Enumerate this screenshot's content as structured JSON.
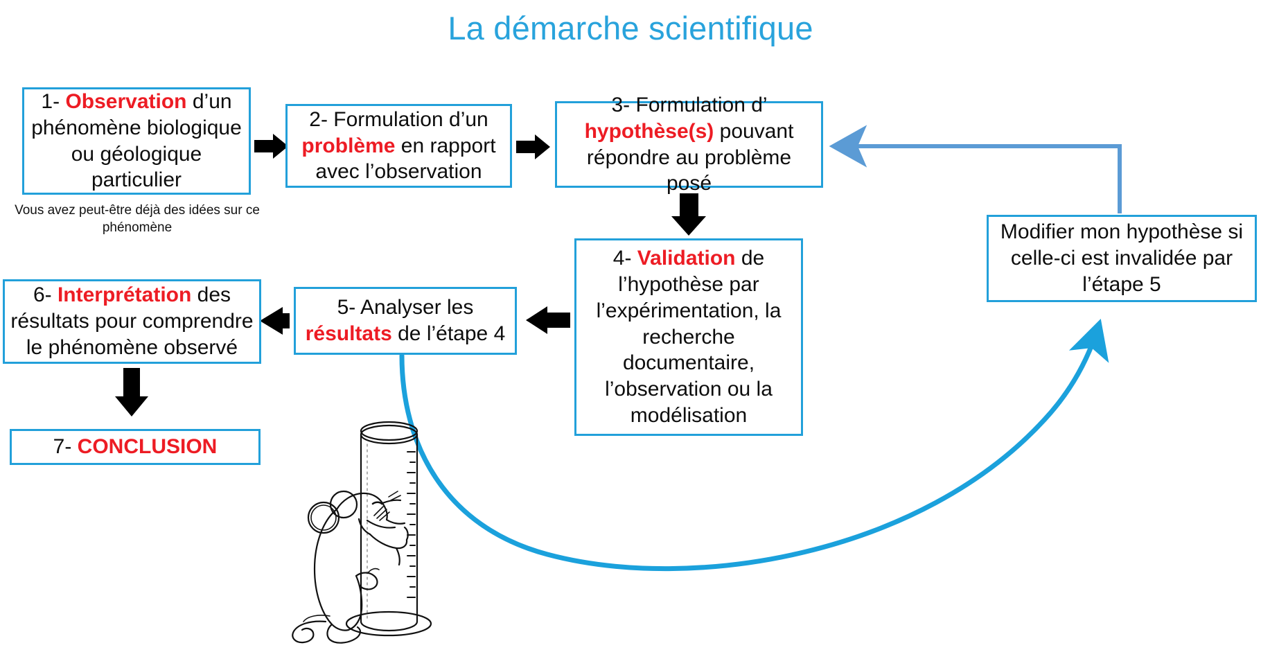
{
  "title": "La démarche scientifique",
  "colors": {
    "title_blue": "#29A3DC",
    "box_border_blue": "#22A0DA",
    "highlight_red": "#ED1C24",
    "black_arrow": "#000000",
    "muted_blue_arrow": "#5B9BD5",
    "cyan_curve_arrow": "#1BA1DC",
    "text_black": "#0D0D0D",
    "background": "#FFFFFF"
  },
  "steps": [
    {
      "id": "step-1",
      "number": "1-",
      "keyword": "Observation",
      "rest": " d’un phénomène biologique ou géologique particulier",
      "note": "Vous avez peut-être déjà des idées sur ce phénomène"
    },
    {
      "id": "step-2",
      "number": "2- Formulation d’un ",
      "keyword": "problème",
      "rest": " en rapport avec l’observation"
    },
    {
      "id": "step-3",
      "number": "3- Formulation d’",
      "keyword": "hypothèse(s)",
      "rest": " pouvant répondre au problème posé"
    },
    {
      "id": "step-4",
      "number": "4- ",
      "keyword": "Validation",
      "rest": " de l’hypothèse par l’expérimentation, la recherche documentaire, l’observation ou la modélisation"
    },
    {
      "id": "step-5",
      "number": "5- Analyser les ",
      "keyword": "résultats",
      "rest": " de l’étape 4"
    },
    {
      "id": "step-6",
      "number": "6- ",
      "keyword": "Interprétation",
      "rest": " des résultats pour comprendre le phénomène observé"
    },
    {
      "id": "step-7",
      "number": "7- ",
      "keyword": "CONCLUSION",
      "rest": ""
    }
  ],
  "feedback_box": {
    "text": "Modifier mon hypothèse si celle-ci est invalidée par l’étape 5"
  },
  "illustration": {
    "name": "mouse-with-graduated-cylinder",
    "description": "Line drawing of a mouse holding a graduated cylinder"
  },
  "connectors": [
    {
      "name": "arrow-1-to-2",
      "style": "black-block-arrow",
      "direction": "right"
    },
    {
      "name": "arrow-2-to-3",
      "style": "black-block-arrow",
      "direction": "right"
    },
    {
      "name": "arrow-3-to-4",
      "style": "black-block-arrow",
      "direction": "down"
    },
    {
      "name": "arrow-4-to-5",
      "style": "black-block-arrow",
      "direction": "left"
    },
    {
      "name": "arrow-5-to-6",
      "style": "black-block-arrow",
      "direction": "left"
    },
    {
      "name": "arrow-6-to-7",
      "style": "black-block-arrow",
      "direction": "down"
    },
    {
      "name": "arrow-5-to-modifier",
      "style": "cyan-curved-arrow",
      "direction": "curve-up-right"
    },
    {
      "name": "arrow-modifier-to-3",
      "style": "blue-elbow-arrow",
      "direction": "up-then-left"
    }
  ]
}
